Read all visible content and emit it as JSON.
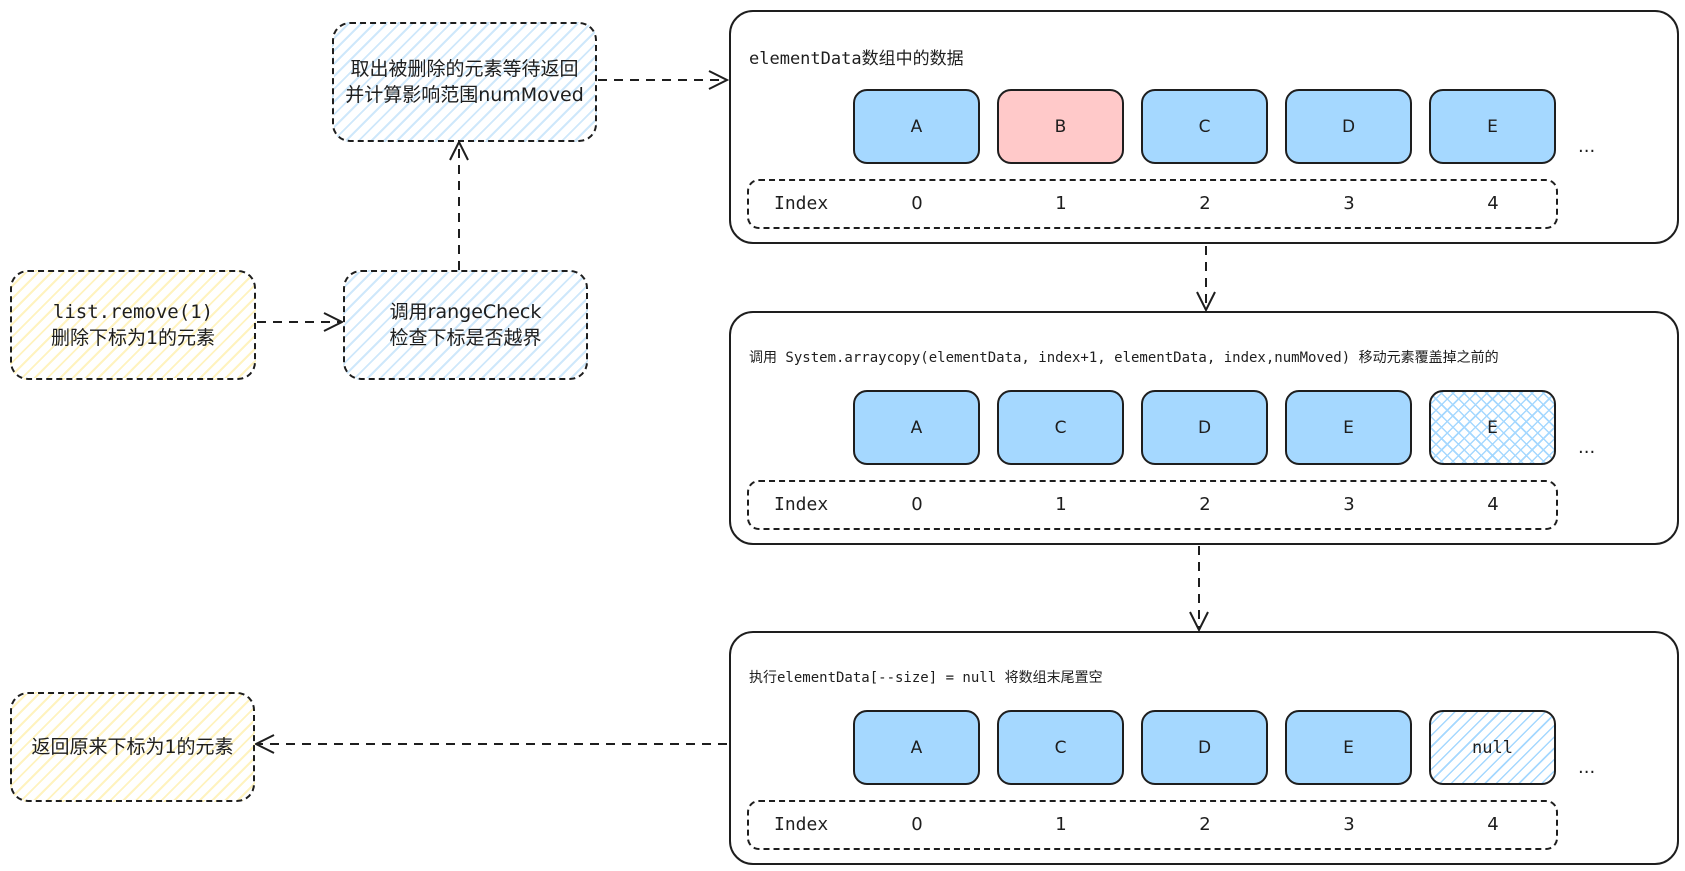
{
  "nodes": {
    "remove_call": {
      "line1": "list.remove(1)",
      "line2": "删除下标为1的元素"
    },
    "range_check": {
      "line1": "调用rangeCheck",
      "line2": "检查下标是否越界"
    },
    "take_element": {
      "line1": "取出被删除的元素等待返回",
      "line2": "并计算影响范围numMoved"
    },
    "return_element": {
      "text": "返回原来下标为1的元素"
    }
  },
  "panels": [
    {
      "title": "elementData数组中的数据",
      "cells": [
        {
          "label": "A",
          "style": "blue"
        },
        {
          "label": "B",
          "style": "red"
        },
        {
          "label": "C",
          "style": "blue"
        },
        {
          "label": "D",
          "style": "blue"
        },
        {
          "label": "E",
          "style": "blue"
        }
      ],
      "ellipsis": "...",
      "index_label": "Index",
      "indices": [
        "0",
        "1",
        "2",
        "3",
        "4"
      ]
    },
    {
      "title": "调用 System.arraycopy(elementData, index+1, elementData, index,numMoved) 移动元素覆盖掉之前的",
      "cells": [
        {
          "label": "A",
          "style": "blue"
        },
        {
          "label": "C",
          "style": "blue"
        },
        {
          "label": "D",
          "style": "blue"
        },
        {
          "label": "E",
          "style": "blue"
        },
        {
          "label": "E",
          "style": "crosshatch"
        }
      ],
      "ellipsis": "...",
      "index_label": "Index",
      "indices": [
        "0",
        "1",
        "2",
        "3",
        "4"
      ]
    },
    {
      "title": "执行elementData[--size] = null 将数组末尾置空",
      "cells": [
        {
          "label": "A",
          "style": "blue"
        },
        {
          "label": "C",
          "style": "blue"
        },
        {
          "label": "D",
          "style": "blue"
        },
        {
          "label": "E",
          "style": "blue"
        },
        {
          "label": "null",
          "style": "hatch"
        }
      ],
      "ellipsis": "...",
      "index_label": "Index",
      "indices": [
        "0",
        "1",
        "2",
        "3",
        "4"
      ]
    }
  ],
  "colors": {
    "stroke": "#1e1e1e",
    "cell_blue": "#a5d8ff",
    "cell_red": "#ffc9c9",
    "node_yellow": "#fff3bf",
    "node_blue": "#cfe8fb"
  }
}
